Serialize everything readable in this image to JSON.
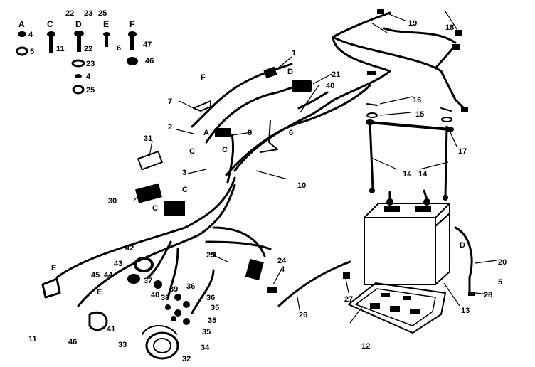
{
  "hardware_legend": [
    {
      "key": "A",
      "items": [
        {
          "num": "4"
        },
        {
          "num": "5"
        }
      ]
    },
    {
      "key": "C",
      "items": [
        {
          "num": "11"
        }
      ]
    },
    {
      "key": "D",
      "items": [
        {
          "num": "22"
        },
        {
          "num": "23"
        },
        {
          "num": "4"
        },
        {
          "num": "25"
        }
      ]
    },
    {
      "key": "E",
      "items": [
        {
          "num": "6"
        }
      ]
    },
    {
      "key": "F",
      "items": [
        {
          "num": "47"
        },
        {
          "num": "46"
        }
      ]
    }
  ],
  "callouts": [
    "1",
    "2",
    "3",
    "4",
    "5",
    "6",
    "7",
    "8",
    "9",
    "10",
    "11",
    "12",
    "13",
    "14",
    "14",
    "15",
    "16",
    "17",
    "18",
    "19",
    "20",
    "21",
    "22",
    "23",
    "24",
    "25",
    "26",
    "27",
    "28",
    "29",
    "30",
    "31",
    "32",
    "33",
    "34",
    "35",
    "35",
    "35",
    "36",
    "36",
    "37",
    "38",
    "39",
    "40",
    "40",
    "41",
    "42",
    "43",
    "44",
    "45",
    "46"
  ],
  "letter_marks": [
    "F",
    "D",
    "A",
    "C",
    "C",
    "C",
    "C",
    "D",
    "E",
    "E"
  ]
}
